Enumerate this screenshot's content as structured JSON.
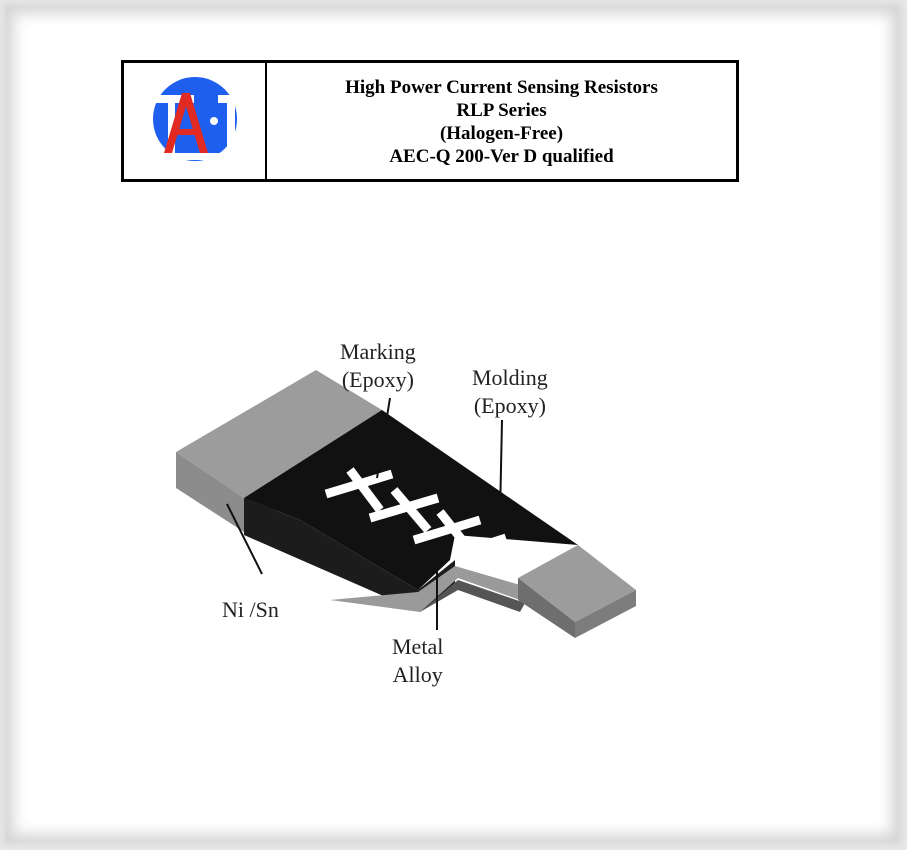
{
  "header": {
    "title_lines": [
      "High Power Current Sensing Resistors",
      "RLP Series",
      "(Halogen-Free)",
      "AEC-Q 200-Ver D qualified"
    ]
  },
  "logo": {
    "icon": "tai-logo-icon",
    "circle_color": "#1e5ff0",
    "letter_a_color": "#e02a22",
    "letter_ti_color": "#ffffff"
  },
  "callouts": {
    "marking": [
      "Marking",
      "(Epoxy)"
    ],
    "molding": [
      "Molding",
      "(Epoxy)"
    ],
    "terminal": [
      "Ni /Sn"
    ],
    "metal": [
      "Metal",
      "Alloy"
    ]
  },
  "colors": {
    "body": "#111111",
    "terminal": "#9c9c9c",
    "terminal_side": "#6e6e6e"
  }
}
